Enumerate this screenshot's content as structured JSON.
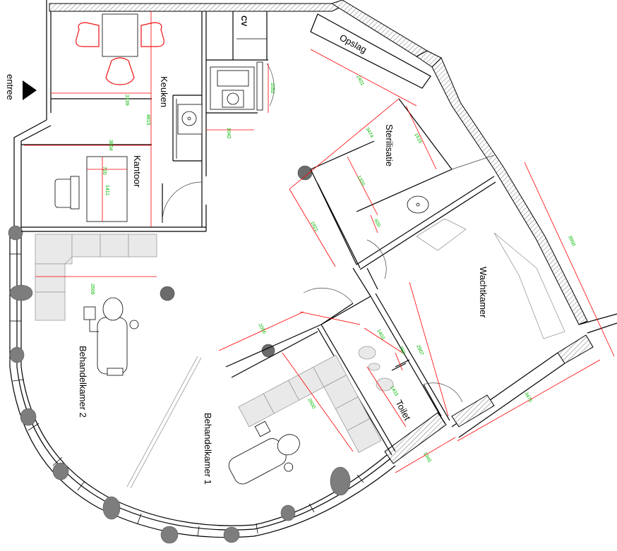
{
  "rooms": {
    "keuken": "Keuken",
    "kantoor": "Kantoor",
    "opslag": "Opslag",
    "sterilisatie": "Sterilisatie",
    "wachtkamer": "Wachtkamer",
    "toilet": "Toilet",
    "behandelkamer1": "Behandelkamer 1",
    "behandelkamer2": "Behandelkamer 2",
    "cv": "CV"
  },
  "entrance": {
    "label": "entree"
  },
  "dimensions": {
    "d3139": "3139",
    "d4815": "4815",
    "d1052": "1052",
    "d1042": "1042",
    "d3804": "3804",
    "d720": "720",
    "d1411": "1411",
    "d2401": "2401",
    "d3474": "3474",
    "d1616": "1616",
    "d1320": "1320",
    "d1921": "1921",
    "d600": "600",
    "d3950": "3950",
    "d2609": "2609",
    "d2056": "2056",
    "d1403a": "1403",
    "d1403b": "1403",
    "d760": "760",
    "d2907": "2907",
    "d2600": "2600",
    "d3475": "3475",
    "d1345": "1345"
  },
  "colors": {
    "dimension_line": "#ff0000",
    "dimension_text": "#00b800",
    "wall": "#000000",
    "column": "#6b6b6b"
  }
}
